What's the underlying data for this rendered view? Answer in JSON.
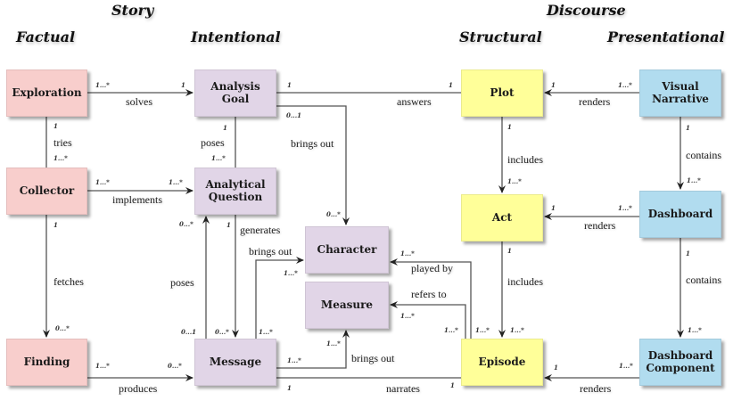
{
  "headings": {
    "story": "Story",
    "discourse": "Discourse",
    "factual": "Factual",
    "intentional": "Intentional",
    "structural": "Structural",
    "presentational": "Presentational"
  },
  "colors": {
    "factual": "#f8cecc",
    "intentional": "#e1d5e7",
    "structural": "#ffff99",
    "presentational": "#b1dcef",
    "edge": "#555555"
  },
  "nodes": {
    "exploration": "Exploration",
    "collector": "Collector",
    "finding": "Finding",
    "analysis_goal": "Analysis Goal",
    "analytical_question": "Analytical Question",
    "message": "Message",
    "character": "Character",
    "measure": "Measure",
    "plot": "Plot",
    "act": "Act",
    "episode": "Episode",
    "visual_narrative": "Visual Narrative",
    "dashboard": "Dashboard",
    "dashboard_component": "Dashboard Component"
  },
  "relations": {
    "solves": "solves",
    "tries": "tries",
    "implements": "implements",
    "fetches": "fetches",
    "produces": "produces",
    "poses_goal": "poses",
    "poses_message": "poses",
    "generates": "generates",
    "brings_out_goal": "brings out",
    "brings_out_message_character": "brings out",
    "brings_out_message_measure": "brings out",
    "answers": "answers",
    "narrates": "narrates",
    "played_by": "played by",
    "refers_to": "refers to",
    "includes_plot": "includes",
    "includes_act": "includes",
    "renders_plot": "renders",
    "renders_act": "renders",
    "renders_episode": "renders",
    "contains_vn": "contains",
    "contains_db": "contains"
  },
  "multiplicities": {
    "exploration_solves": "1...*",
    "goal_solves": "1",
    "exploration_tries": "1",
    "collector_tries": "1...*",
    "collector_implements": "1...*",
    "question_implements": "1...*",
    "collector_fetches": "1",
    "finding_fetches": "0...*",
    "finding_produces": "1...*",
    "message_produces": "0...*",
    "goal_poses": "1",
    "question_poses": "1...*",
    "question_up": "0...*",
    "question_generates": "1",
    "message_poses": "0...1",
    "message_generates": "0...*",
    "message_brings_char": "1...*",
    "char_from_message": "1...*",
    "goal_answers": "1",
    "plot_answers": "1",
    "goal_brings_out": "0...1",
    "char_from_goal": "0...*",
    "message_brings_measure": "1...*",
    "measure_from_message": "1...*",
    "message_narrates": "1",
    "episode_narrates": "1",
    "char_played_by": "1...*",
    "measure_refers_to": "1...*",
    "episode_refers_to": "1...*",
    "episode_played_by": "1...*",
    "plot_includes": "1",
    "act_includes_in": "1...*",
    "act_includes": "1",
    "episode_includes": "1...*",
    "plot_renders": "1",
    "vn_renders": "1...*",
    "act_renders": "1",
    "db_renders": "1...*",
    "episode_renders": "1",
    "dbc_renders": "1...*",
    "vn_contains": "1",
    "db_contains_in": "1...*",
    "db_contains": "1",
    "dbc_contains": "1...*"
  }
}
